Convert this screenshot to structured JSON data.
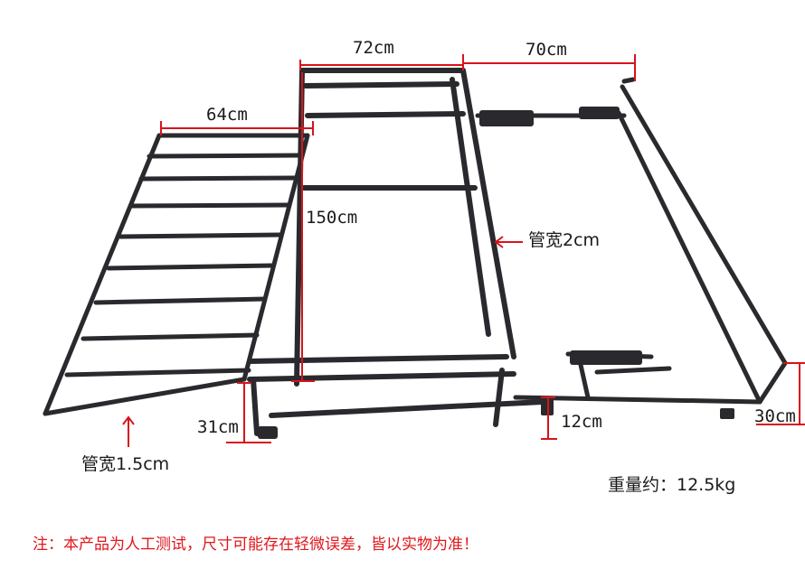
{
  "labels": {
    "dim_72": "72cm",
    "dim_70": "70cm",
    "dim_64": "64cm",
    "dim_150": "150cm",
    "tube_2": "管宽2cm",
    "tube_1_5": "管宽1.5cm",
    "dim_31": "31cm",
    "dim_12": "12cm",
    "dim_30": "30cm",
    "weight": "重量约：12.5kg",
    "note": "注：本产品为人工测试，尺寸可能存在轻微误差，皆以实物为准！"
  },
  "colors": {
    "frame": "#2a2a2e",
    "dimension": "#d7141a",
    "note": "#e0161b",
    "text": "#1a1a1a"
  }
}
